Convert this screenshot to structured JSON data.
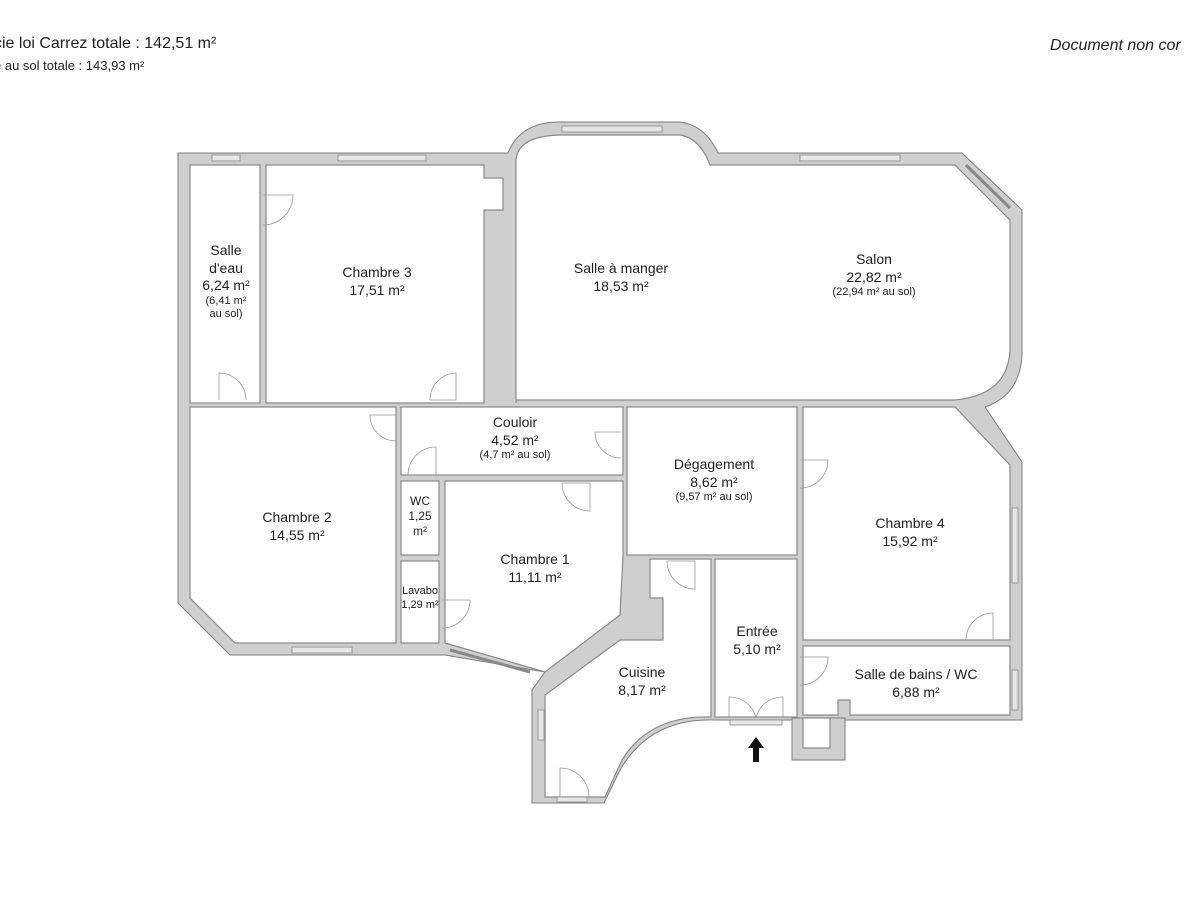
{
  "header": {
    "carrez_total": "cie loi Carrez totale :  142,51 m²",
    "sol_total": "e au sol totale :  143,93 m²",
    "disclaimer": "Document non cor"
  },
  "rooms": {
    "salle_eau": {
      "name": "Salle\nd'eau",
      "name1": "Salle",
      "name2": "d'eau",
      "area": "6,24 m²",
      "sol1": "(6,41 m²",
      "sol2": "au sol)"
    },
    "chambre3": {
      "name": "Chambre 3",
      "area": "17,51 m²"
    },
    "salle_manger": {
      "name": "Salle à manger",
      "area": "18,53 m²"
    },
    "salon": {
      "name": "Salon",
      "area": "22,82 m²",
      "sol": "(22,94 m² au sol)"
    },
    "couloir": {
      "name": "Couloir",
      "area": "4,52 m²",
      "sol": "(4,7 m² au sol)"
    },
    "degagement": {
      "name": "Dégagement",
      "area": "8,62 m²",
      "sol": "(9,57 m² au sol)"
    },
    "chambre2": {
      "name": "Chambre 2",
      "area": "14,55 m²"
    },
    "wc": {
      "name": "WC",
      "area1": "1,25",
      "area2": "m²"
    },
    "lavabo": {
      "name": "Lavabo",
      "area": "1,29 m²"
    },
    "chambre1": {
      "name": "Chambre 1",
      "area": "11,11 m²"
    },
    "chambre4": {
      "name": "Chambre 4",
      "area": "15,92 m²"
    },
    "entree": {
      "name": "Entrée",
      "area": "5,10 m²"
    },
    "cuisine": {
      "name": "Cuisine",
      "area": "8,17 m²"
    },
    "sdb": {
      "name": "Salle de bains / WC",
      "area": "6,88 m²"
    }
  },
  "colors": {
    "wall_fill": "#cfcfcf",
    "wall_stroke": "#7d7d7d",
    "background": "#ffffff",
    "entry_arrow": "#111111"
  },
  "icons": {
    "entry_arrow": "up-arrow-icon"
  }
}
